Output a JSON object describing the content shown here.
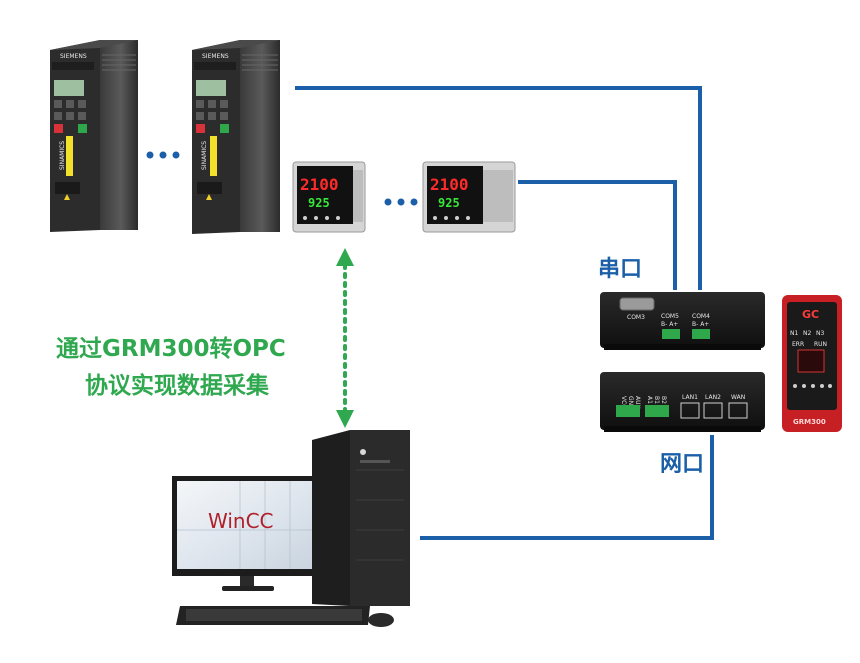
{
  "labels": {
    "serial_port": "串口",
    "network_port": "网口",
    "description_line1": "通过GRM300转OPC",
    "description_line2": "协议实现数据采集"
  },
  "inverter": {
    "brand": "SIEMENS",
    "model": "SINAMICS"
  },
  "controller": {
    "pv": "2100",
    "sv": "925"
  },
  "gateway_serial": {
    "com3": "COM3",
    "com5": "COM5",
    "com4": "COM4",
    "com5_pins": "B-  A+",
    "com4_pins": "B-  A+"
  },
  "gateway_net": {
    "vcc": "VCC",
    "gnd": "GND",
    "aux": "AUX",
    "a1": "A1",
    "b1": "B1",
    "b2": "B2",
    "lan1": "LAN1",
    "lan2": "LAN2",
    "wan": "WAN"
  },
  "grm_front": {
    "brand": "GC",
    "n1": "N1",
    "n2": "N2",
    "n3": "N3",
    "run": "RUN",
    "err": "ERR",
    "model": "GRM300"
  },
  "monitor": {
    "screen_text": "WinCC"
  },
  "colors": {
    "link_blue": "#1a5fa8",
    "dotted_green": "#2fa84f",
    "device_dark": "#1c1c1c"
  }
}
